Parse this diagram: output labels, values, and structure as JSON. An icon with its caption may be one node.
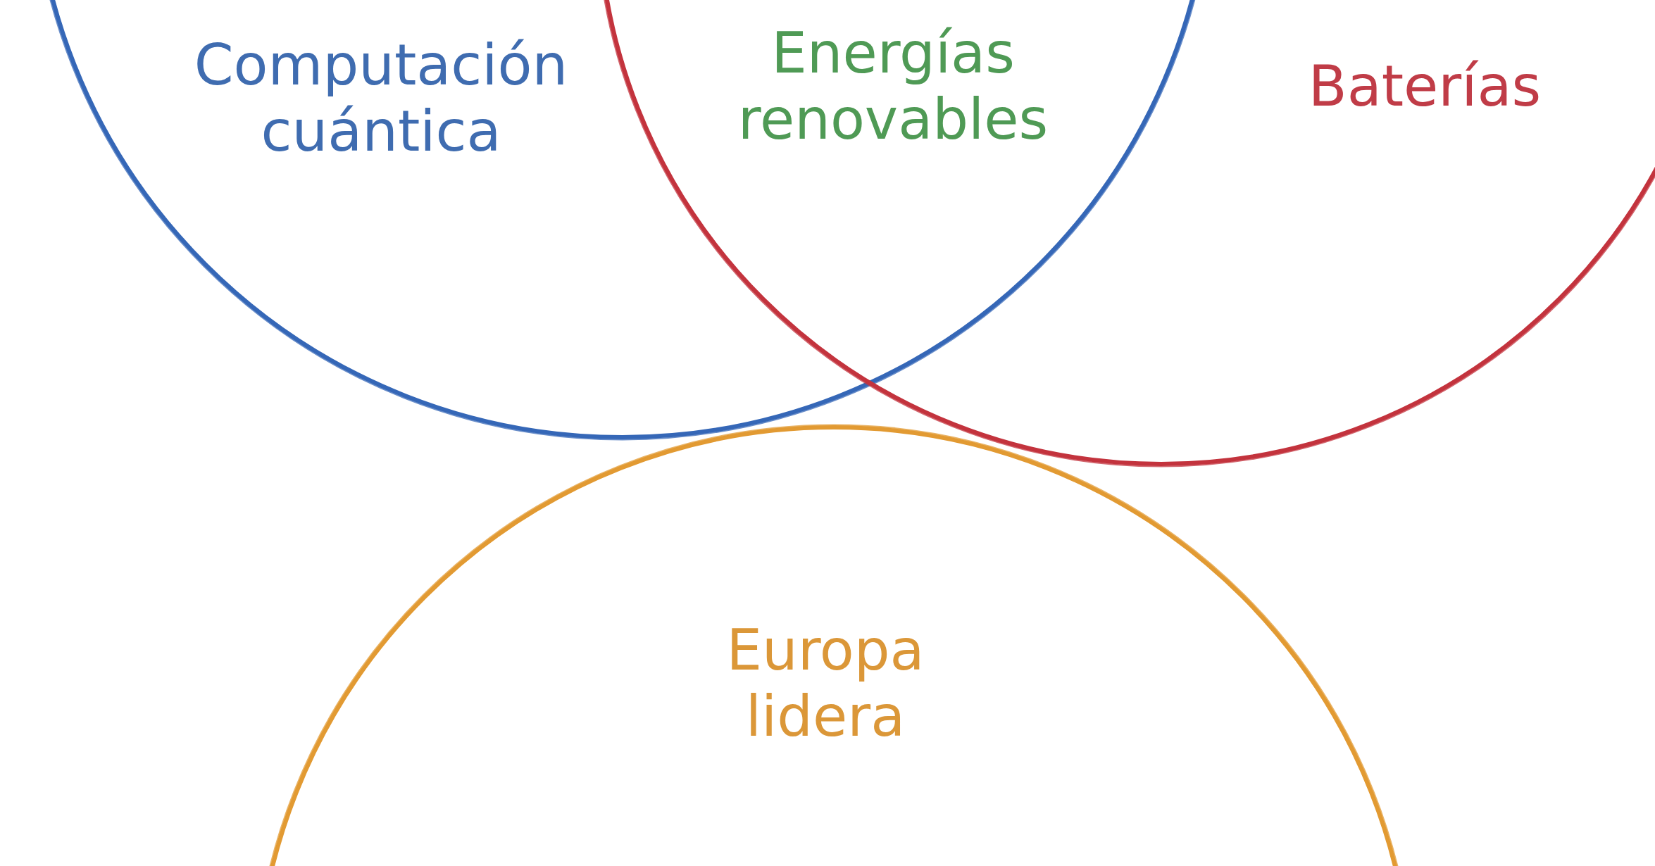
{
  "diagram": {
    "nodes": [
      {
        "text": [
          "Computación cuántica"
        ]
      },
      {
        "text": [
          "Baterías"
        ]
      },
      {
        "text": [
          "Europa lidera"
        ]
      }
    ],
    "labels": [
      "Energías renovables"
    ]
  }
}
